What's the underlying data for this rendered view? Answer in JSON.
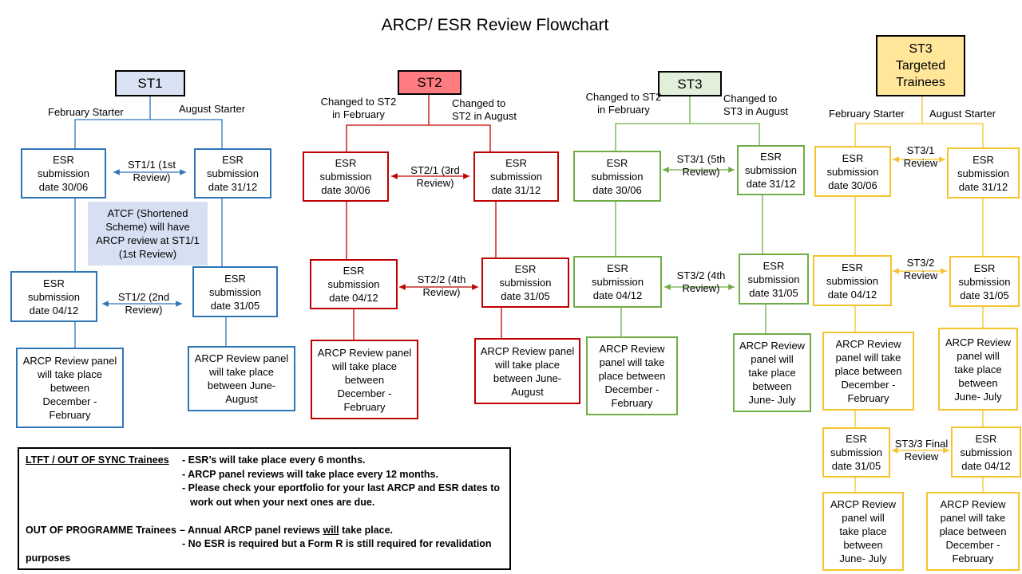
{
  "title": "ARCP/ ESR Review Flowchart",
  "colors": {
    "st1": "#2e75b6",
    "st2": "#c00000",
    "st3": "#70ad47",
    "targeted": "#f5c32c",
    "atcf_fill": "#d6e0f2"
  },
  "st1": {
    "header": "ST1",
    "feb_label": "February  Starter",
    "aug_label": "August Starter",
    "esr1": "ESR\nsubmission\ndate 30/06",
    "esr2": "ESR\nsubmission\ndate 31/12",
    "review1_label": "ST1/1 (1st\nReview)",
    "atcf": "ATCF (Shortened\nScheme) will have\nARCP review at ST1/1\n(1st Review)",
    "esr3": "ESR\nsubmission\ndate 04/12",
    "esr4": "ESR\nsubmission\ndate 31/05",
    "review2_label": "ST1/2 (2nd\nReview)",
    "panel1": "ARCP Review panel\nwill take place\nbetween\nDecember -\nFebruary",
    "panel2": "ARCP Review panel\nwill take place\nbetween June-\nAugust"
  },
  "st2": {
    "header": "ST2",
    "feb_label": "Changed to ST2\nin February",
    "aug_label": "Changed to\nST2  in August",
    "esr1": "ESR\nsubmission\ndate 30/06",
    "esr2": "ESR\nsubmission\ndate 31/12",
    "review1_label": "ST2/1  (3rd\nReview)",
    "esr3": "ESR\nsubmission\ndate 04/12",
    "esr4": "ESR\nsubmission\ndate 31/05",
    "review2_label": "ST2/2 (4th\nReview)",
    "panel1": "ARCP Review panel\nwill take place\nbetween\nDecember -\nFebruary",
    "panel2": "ARCP Review panel\nwill take place\nbetween June-\nAugust"
  },
  "st3": {
    "header": "ST3",
    "feb_label": "Changed to ST2\nin February",
    "aug_label": "Changed to\nST3  in August",
    "esr1": "ESR\nsubmission\ndate 30/06",
    "esr2": "ESR\nsubmission\ndate 31/12",
    "review1_label": "ST3/1  (5th\nReview)",
    "esr3": "ESR\nsubmission\ndate 04/12",
    "esr4": "ESR\nsubmission\ndate 31/05",
    "review2_label": "ST3/2  (4th\nReview)",
    "panel1": "ARCP Review\npanel will take\nplace between\nDecember -\nFebruary",
    "panel2": "ARCP Review\npanel will\ntake place\nbetween\nJune- July"
  },
  "st3t": {
    "header": "ST3\nTargeted\nTrainees",
    "feb_label": "February  Starter",
    "aug_label": "August Starter",
    "esr1": "ESR\nsubmission\ndate 30/06",
    "esr2": "ESR\nsubmission\ndate 31/12",
    "review1_label": "ST3/1\nReview",
    "esr3": "ESR\nsubmission\ndate 04/12",
    "esr4": "ESR\nsubmission\ndate 31/05",
    "review2_label": "ST3/2\nReview",
    "panel1": "ARCP Review\npanel will take\nplace between\nDecember -\nFebruary",
    "panel2": "ARCP Review\npanel will\ntake place\nbetween\nJune- July",
    "esr5": "ESR\nsubmission\ndate 31/05",
    "esr6": "ESR\nsubmission\ndate 04/12",
    "review3_label": "ST3/3   Final\nReview",
    "panel3": "ARCP Review\npanel will\ntake place\nbetween\nJune- July",
    "panel4": "ARCP Review\npanel will take\nplace between\nDecember -\nFebruary"
  },
  "notes": {
    "ltft_label": "LTFT / OUT OF SYNC Trainees",
    "ltft_line1": "- ESR’s will take place every 6 months.",
    "ltft_line2": "- ARCP panel reviews will take place every 12 months.",
    "ltft_line3": "- Please check your eportfolio for your last ARCP and ESR dates to",
    "ltft_line4": "work out when your next ones are due.",
    "oop_label": "OUT OF PROGRAMME Trainees",
    "oop_line1_pre": "– Annual ARCP panel reviews ",
    "oop_line1_u": "will",
    "oop_line1_post": " take place.",
    "oop_line2": "- No ESR is required but a Form R is still required for revalidation",
    "oop_line3": "purposes"
  }
}
